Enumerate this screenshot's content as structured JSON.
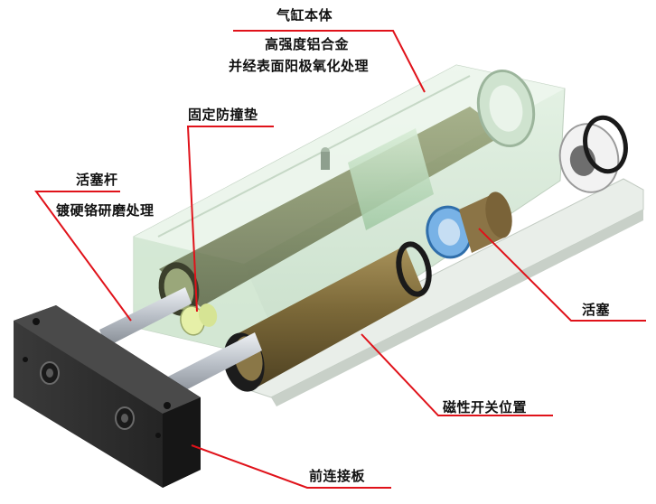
{
  "labels": {
    "body_title": "气缸本体",
    "body_detail_1": "高强度铝合金",
    "body_detail_2": "并经表面阳极氧化处理",
    "bumper": "固定防撞垫",
    "rod_title": "活塞杆",
    "rod_detail": "镀硬铬研磨处理",
    "piston": "活塞",
    "switch_position": "磁性开关位置",
    "front_plate": "前连接板"
  },
  "colors": {
    "leader_line": "#e0121a",
    "label_text": "#111111",
    "body_translucent": "#c9e6c9",
    "front_plate": "#2b2b2b",
    "piston_rod": "#c7ccd3",
    "magnet_band": "#7a6a3c",
    "piston_ring": "#6aa8e0"
  }
}
